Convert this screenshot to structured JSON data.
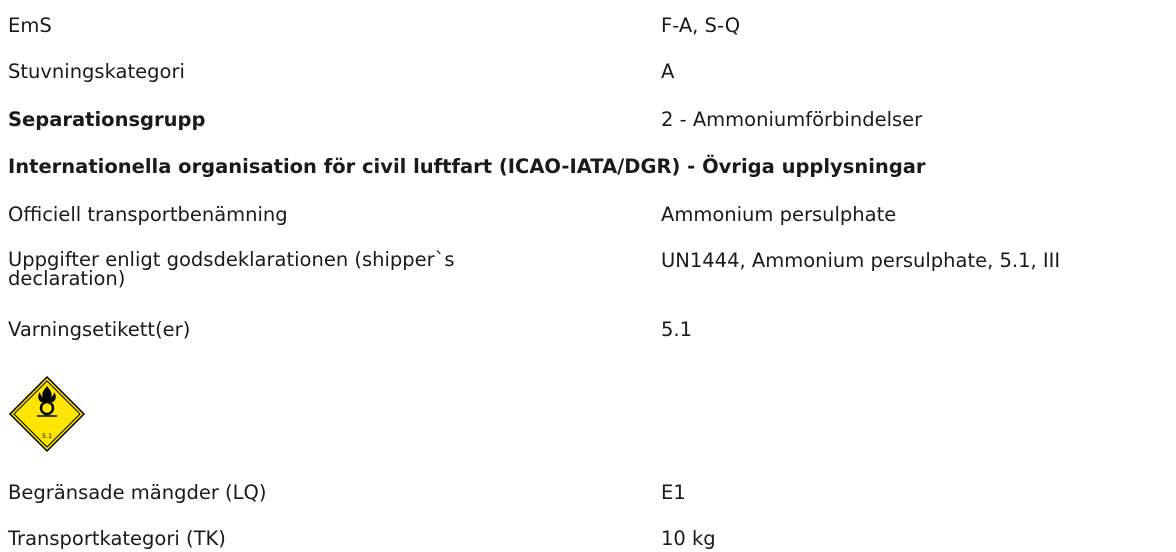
{
  "rows": {
    "ems": {
      "label": "EmS",
      "value": "F-A, S-Q"
    },
    "stowage": {
      "label": "Stuvningskategori",
      "value": "A"
    },
    "separation": {
      "label": "Separationsgrupp",
      "value": "2 - Ammoniumförbindelser"
    }
  },
  "icao_heading": "Internationella organisation för civil luftfart (ICAO-IATA/DGR) - Övriga upplysningar",
  "icao": {
    "shipping_name": {
      "label": "Officiell transportbenämning",
      "value": "Ammonium persulphate"
    },
    "declaration": {
      "label_line1": "Uppgifter enligt godsdeklarationen (shipper`s",
      "label_line2": "declaration)",
      "value": "UN1444, Ammonium persulphate, 5.1, III"
    },
    "labels": {
      "label": "Varningsetikett(er)",
      "value": "5.1"
    },
    "limited_quantities": {
      "label": "Begränsade mängder (LQ)",
      "value": "E1"
    },
    "transport_category": {
      "label": "Transportkategori (TK)",
      "value": "10 kg"
    }
  },
  "hazard_label": {
    "icon": "oxidizer-diamond-icon",
    "class_text": "5.1",
    "fill_color": "#ffe600",
    "border_color": "#000000"
  }
}
